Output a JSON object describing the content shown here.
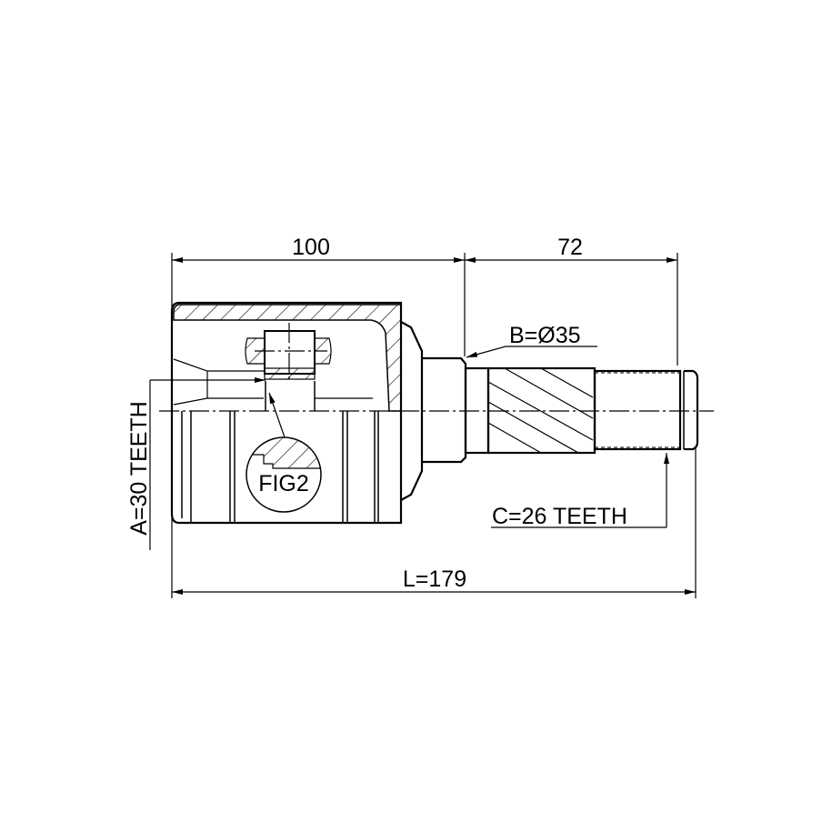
{
  "dimensions": {
    "housing_length": "100",
    "shaft_length": "72",
    "total_length": "L=179",
    "shaft_diameter": "B=Ø35",
    "inner_teeth": "A=30 TEETH",
    "outer_teeth": "C=26 TEETH"
  },
  "detail_label": "FIG2"
}
